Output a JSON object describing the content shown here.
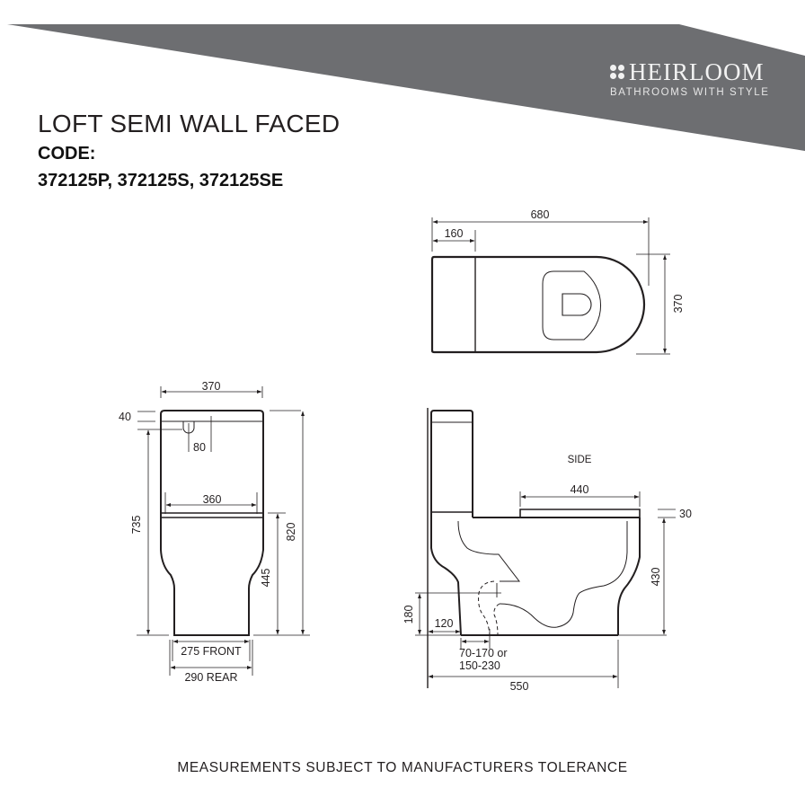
{
  "brand": {
    "name": "HEIRLOOM",
    "tagline": "BATHROOMS WITH STYLE",
    "icon": "four-dots-logo-icon",
    "banner_color": "#6d6e71",
    "text_color": "#f2f2f2"
  },
  "product": {
    "title": "LOFT SEMI WALL FACED",
    "code_label": "CODE:",
    "codes": "372125P, 372125S, 372125SE"
  },
  "views": {
    "top": {
      "overall_length": "680",
      "cistern_depth": "160",
      "width": "370"
    },
    "front": {
      "cistern_width": "370",
      "lid_thickness": "40",
      "button_offset": "80",
      "seat_width": "360",
      "cistern_height": "735",
      "overall_height": "820",
      "seat_height": "445",
      "base_front": "275 FRONT",
      "base_rear": "290 REAR"
    },
    "side": {
      "label": "SIDE",
      "seat_length": "440",
      "seat_thickness": "30",
      "rim_height": "430",
      "outlet_height": "180",
      "wall_to_base": "120",
      "set_out_line1": "70-170 or",
      "set_out_line2": "150-230",
      "overall_depth": "550"
    }
  },
  "footer": {
    "note": "MEASUREMENTS SUBJECT TO MANUFACTURERS TOLERANCE"
  }
}
